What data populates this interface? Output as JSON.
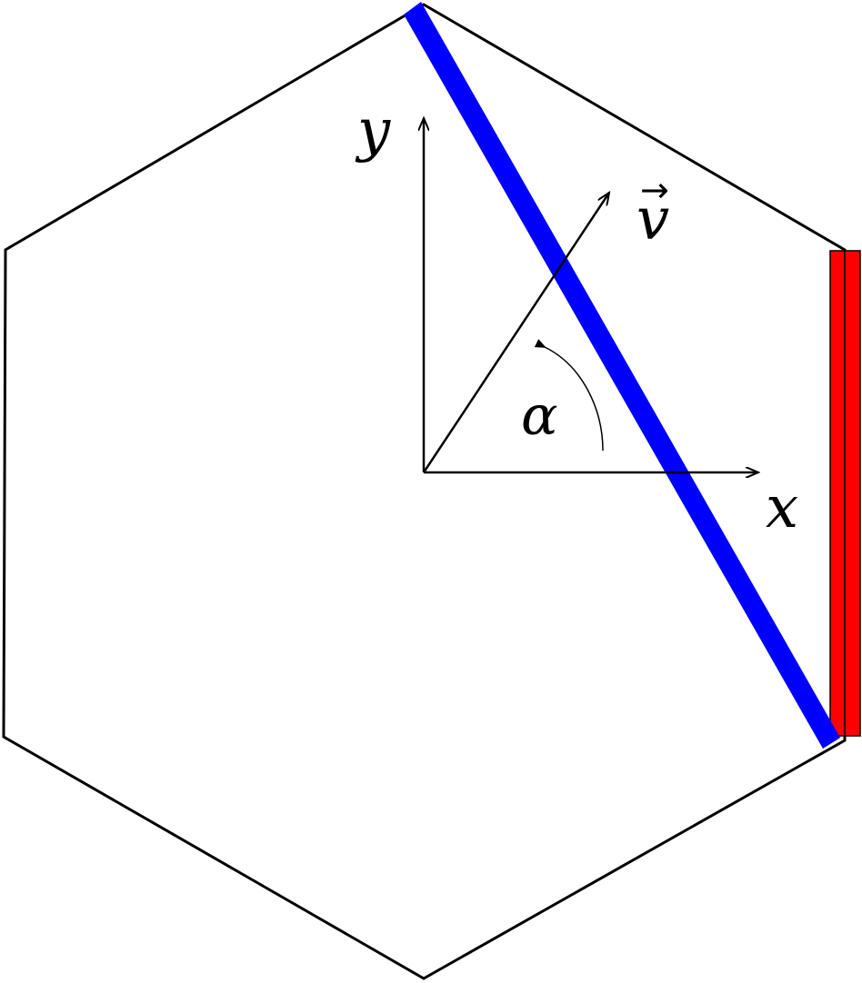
{
  "labels": {
    "y_axis": "y",
    "x_axis": "x",
    "velocity": "v",
    "velocity_arrow": "→",
    "angle": "α"
  },
  "colors": {
    "outline": "#000000",
    "blue_band": "#0000ff",
    "red_strip": "#ff0000",
    "background": "#ffffff"
  }
}
